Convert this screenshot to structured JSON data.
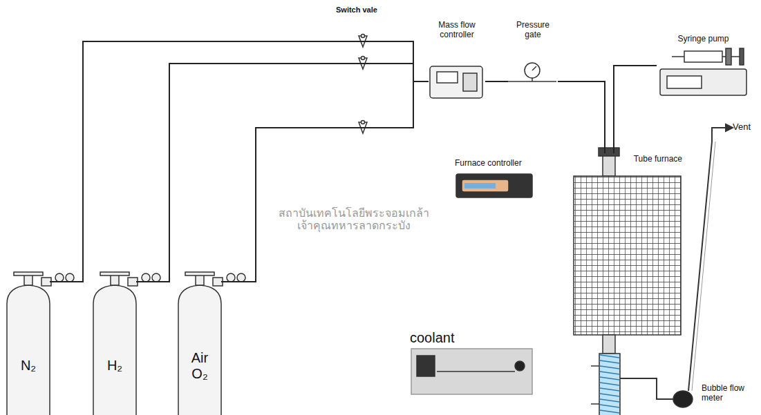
{
  "diagram": {
    "nodes": [
      {
        "text": [
          "Mass flow controller"
        ]
      },
      {
        "text": [
          "Pressure gate"
        ]
      },
      {
        "text": [
          "Syringe pump"
        ]
      },
      {
        "text": [
          "Furnace controller"
        ]
      },
      {
        "text": [
          "Tube furnace"
        ]
      },
      {
        "text": [
          "coolant"
        ]
      },
      {
        "text": [
          "Bubble flow meter"
        ]
      },
      {
        "text": [
          "N₂"
        ]
      },
      {
        "text": [
          "H₂"
        ]
      },
      {
        "text": [
          "Air O₂"
        ]
      }
    ],
    "edges": [
      {
        "from": 7,
        "to": 0,
        "arrow": "none"
      },
      {
        "from": 8,
        "to": 0,
        "arrow": "none"
      },
      {
        "from": 9,
        "to": 0,
        "arrow": "none"
      },
      {
        "from": 0,
        "to": 1,
        "arrow": "none"
      },
      {
        "from": 1,
        "to": 4,
        "arrow": "none"
      },
      {
        "from": 2,
        "to": 4,
        "arrow": "none"
      }
    ],
    "labels": [
      "Switch vale",
      "Vent",
      "สถาบันเทคโนโลยีพระจอมเกล้าเจ้าคุณทหารลาดกระบัง"
    ]
  }
}
